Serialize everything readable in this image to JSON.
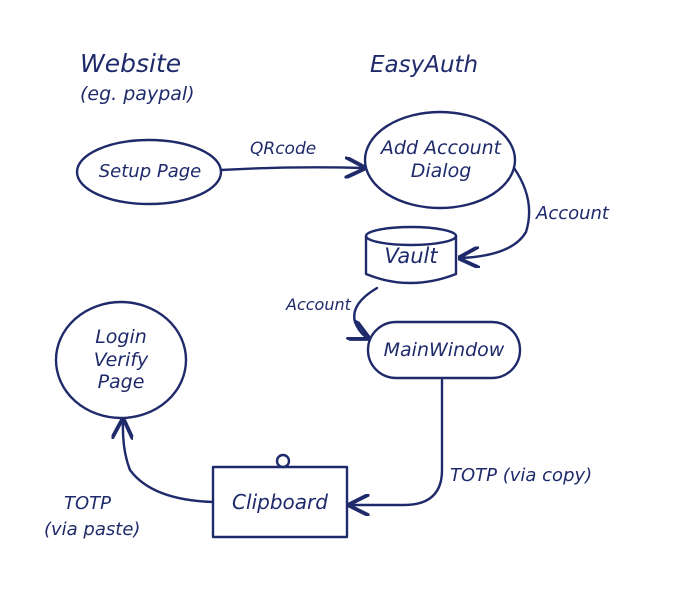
{
  "headers": {
    "website": "Website",
    "website_sub": "(eg. paypal)",
    "easyauth": "EasyAuth"
  },
  "nodes": {
    "setup_page": "Setup Page",
    "add_account_dialog_line1": "Add Account",
    "add_account_dialog_line2": "Dialog",
    "vault": "Vault",
    "main_window": "MainWindow",
    "login_verify_line1": "Login",
    "login_verify_line2": "Verify",
    "login_verify_line3": "Page",
    "clipboard": "Clipboard"
  },
  "edges": {
    "qrcode": "QRcode",
    "account_to_vault": "Account",
    "account_to_main": "Account",
    "totp_copy": "TOTP (via copy)",
    "totp_paste_line1": "TOTP",
    "totp_paste_line2": "(via paste)"
  },
  "colors": {
    "ink": "#1f2a6b",
    "paper": "#ffffff"
  }
}
